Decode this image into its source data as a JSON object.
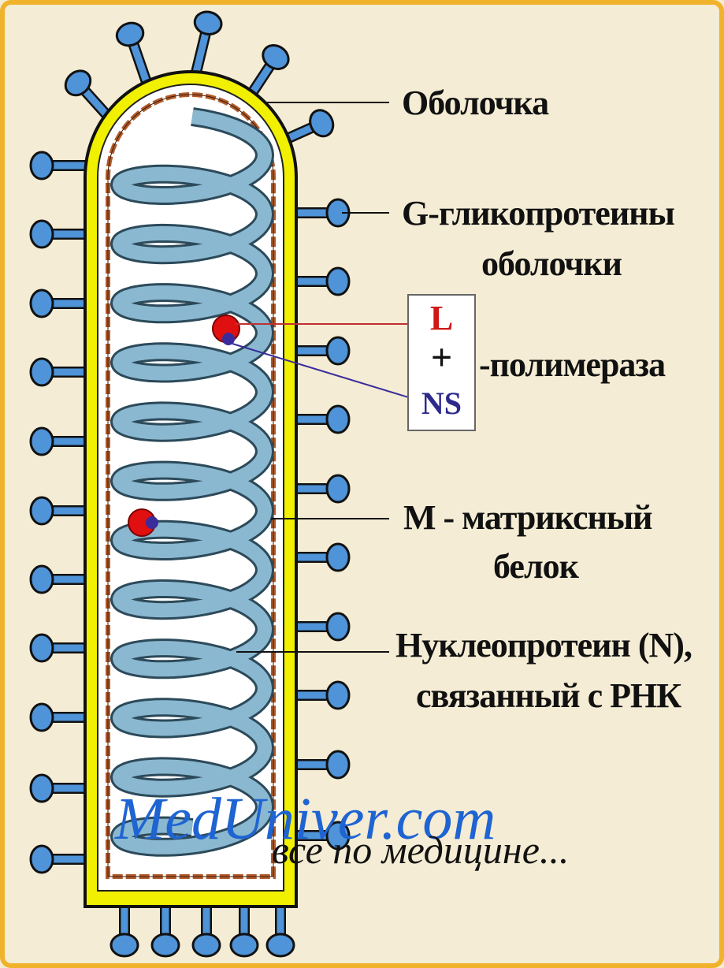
{
  "labels": {
    "envelope": "Оболочка",
    "glycoprotein_line1": "G-гликопротеины",
    "glycoprotein_line2": "оболочки",
    "polymerase_L": "L",
    "polymerase_plus": "+",
    "polymerase_NS": "NS",
    "polymerase_suffix": "-полимераза",
    "matrix_line1": "М - матриксный",
    "matrix_line2": "белок",
    "nucleoprotein_line1": "Нуклеопротеин (N),",
    "nucleoprotein_line2": "связанный с РНК"
  },
  "watermark": {
    "site": "MedUniver.com",
    "tagline": "все по медицине..."
  },
  "colors": {
    "background": "#f4ecd4",
    "frame": "#f0b22a",
    "envelope": "#f0f000",
    "spikes": "#4f93d8",
    "matrix_protein": "#b05a2a",
    "nucleocapsid": "#8ab8d0",
    "polymerase_L": "#e01010",
    "polymerase_NS": "#3a2c9a",
    "label_text": "#111111",
    "watermark": "#1e64d2"
  },
  "icons": {
    "glycoprotein_spike": "spike-icon",
    "polymerase_complex": "polymerase-icon"
  }
}
